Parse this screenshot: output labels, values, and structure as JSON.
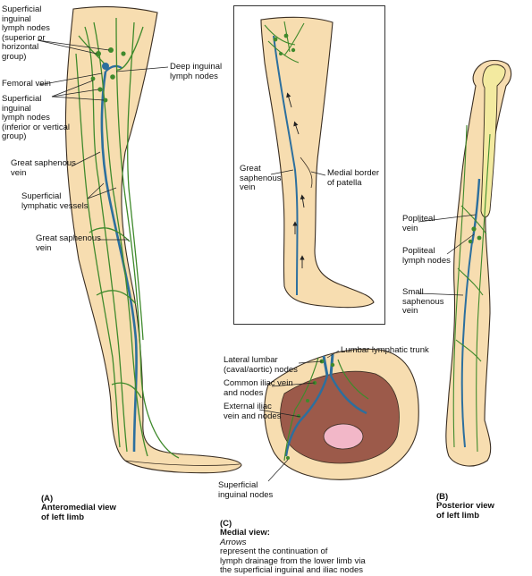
{
  "labels": {
    "superficial_inguinal_horizontal": "Superficial\ninguinal\nlymph nodes\n(superior or\nhorizontal\ngroup)",
    "deep_inguinal": "Deep inguinal\nlymph nodes",
    "femoral_vein": "Femoral vein",
    "superficial_inguinal_vertical": "Superficial\ninguinal\nlymph nodes\n(inferior or vertical\ngroup)",
    "great_saphenous_a1": "Great saphenous\nvein",
    "superficial_lymphatic": "Superficial\nlymphatic vessels",
    "great_saphenous_a2": "Great saphenous\nvein",
    "great_saphenous_inset": "Great\nsaphenous\nvein",
    "medial_border_patella": "Medial border\nof patella",
    "popliteal_vein": "Popliteal\nvein",
    "popliteal_nodes": "Popliteal\nlymph nodes",
    "small_saphenous": "Small\nsaphenous\nvein",
    "lumbar_trunk": "Lumbar lymphatic trunk",
    "lateral_lumbar": "Lateral lumbar\n(caval/aortic) nodes",
    "common_iliac": "Common iliac vein\nand nodes",
    "external_iliac": "External iliac\nvein and nodes",
    "superficial_inguinal_c": "Superficial\ninguinal nodes"
  },
  "captions": {
    "a_letter": "(A)",
    "a_text": "Anteromedial view\nof left limb",
    "b_letter": "(B)",
    "b_text": "Posterior view\nof left limb",
    "c_letter": "(C)",
    "c_bold": "Medial view:",
    "c_arrows": "Arrows",
    "c_text": "represent the continuation of\nlymph drainage from the lower limb via\nthe superficial inguinal and iliac nodes"
  },
  "colors": {
    "skin": "#f7ddb0",
    "skin_outline": "#3a2e22",
    "lymph_green": "#3f8a2c",
    "vein_blue": "#2c6f9e",
    "bone": "#f3eaa0",
    "pelvis_muscle": "#9c5a4a",
    "bladder_pink": "#f2b7c8"
  }
}
